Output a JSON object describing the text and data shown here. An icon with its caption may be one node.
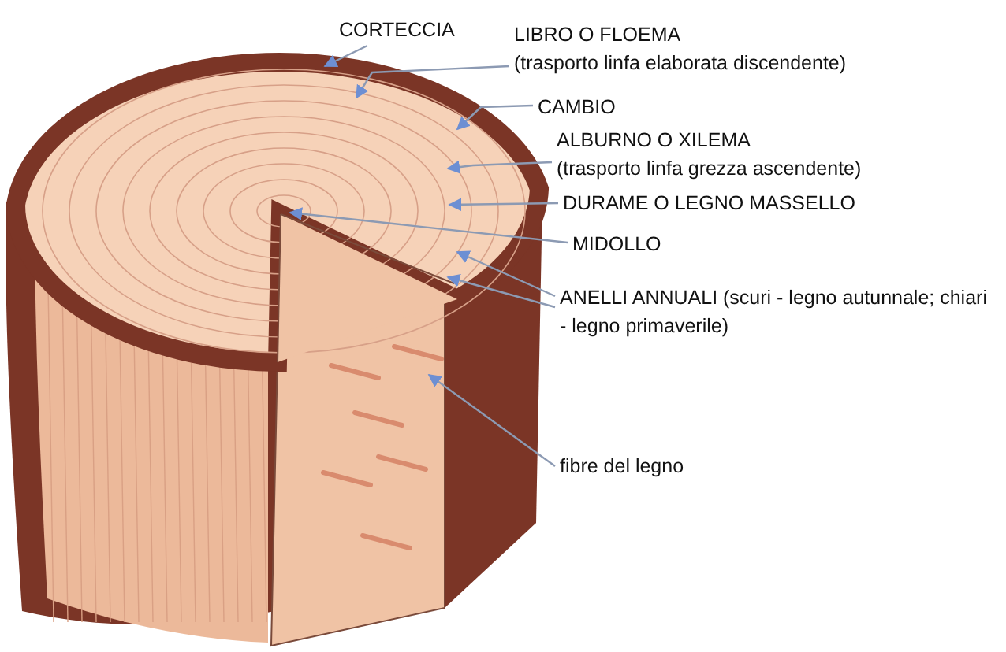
{
  "diagram": {
    "nodes": [
      {
        "text": [
          "CORTECCIA"
        ]
      },
      {
        "text": [
          "LIBRO O FLOEMA",
          "(trasporto linfa elaborata discendente)"
        ]
      },
      {
        "text": [
          "CAMBIO"
        ]
      },
      {
        "text": [
          "ALBURNO O XILEMA",
          "(trasporto linfa grezza ascendente)"
        ]
      },
      {
        "text": [
          "DURAME O LEGNO MASSELLO"
        ]
      },
      {
        "text": [
          "MIDOLLO"
        ]
      },
      {
        "text": [
          "ANELLI ANNUALI (scuri - legno autunnale; chiari - legno primaverile)"
        ]
      },
      {
        "text": [
          "fibre del legno"
        ]
      }
    ],
    "edges": [
      {
        "from": 0,
        "to": null,
        "arrow": "to"
      },
      {
        "from": 1,
        "to": null,
        "arrow": "to"
      },
      {
        "from": 2,
        "to": null,
        "arrow": "to"
      },
      {
        "from": 3,
        "to": null,
        "arrow": "to"
      },
      {
        "from": 4,
        "to": null,
        "arrow": "to"
      },
      {
        "from": 5,
        "to": null,
        "arrow": "to"
      },
      {
        "from": 6,
        "to": null,
        "arrow": "to"
      },
      {
        "from": 6,
        "to": null,
        "arrow": "to"
      },
      {
        "from": 7,
        "to": null,
        "arrow": "to"
      }
    ]
  }
}
